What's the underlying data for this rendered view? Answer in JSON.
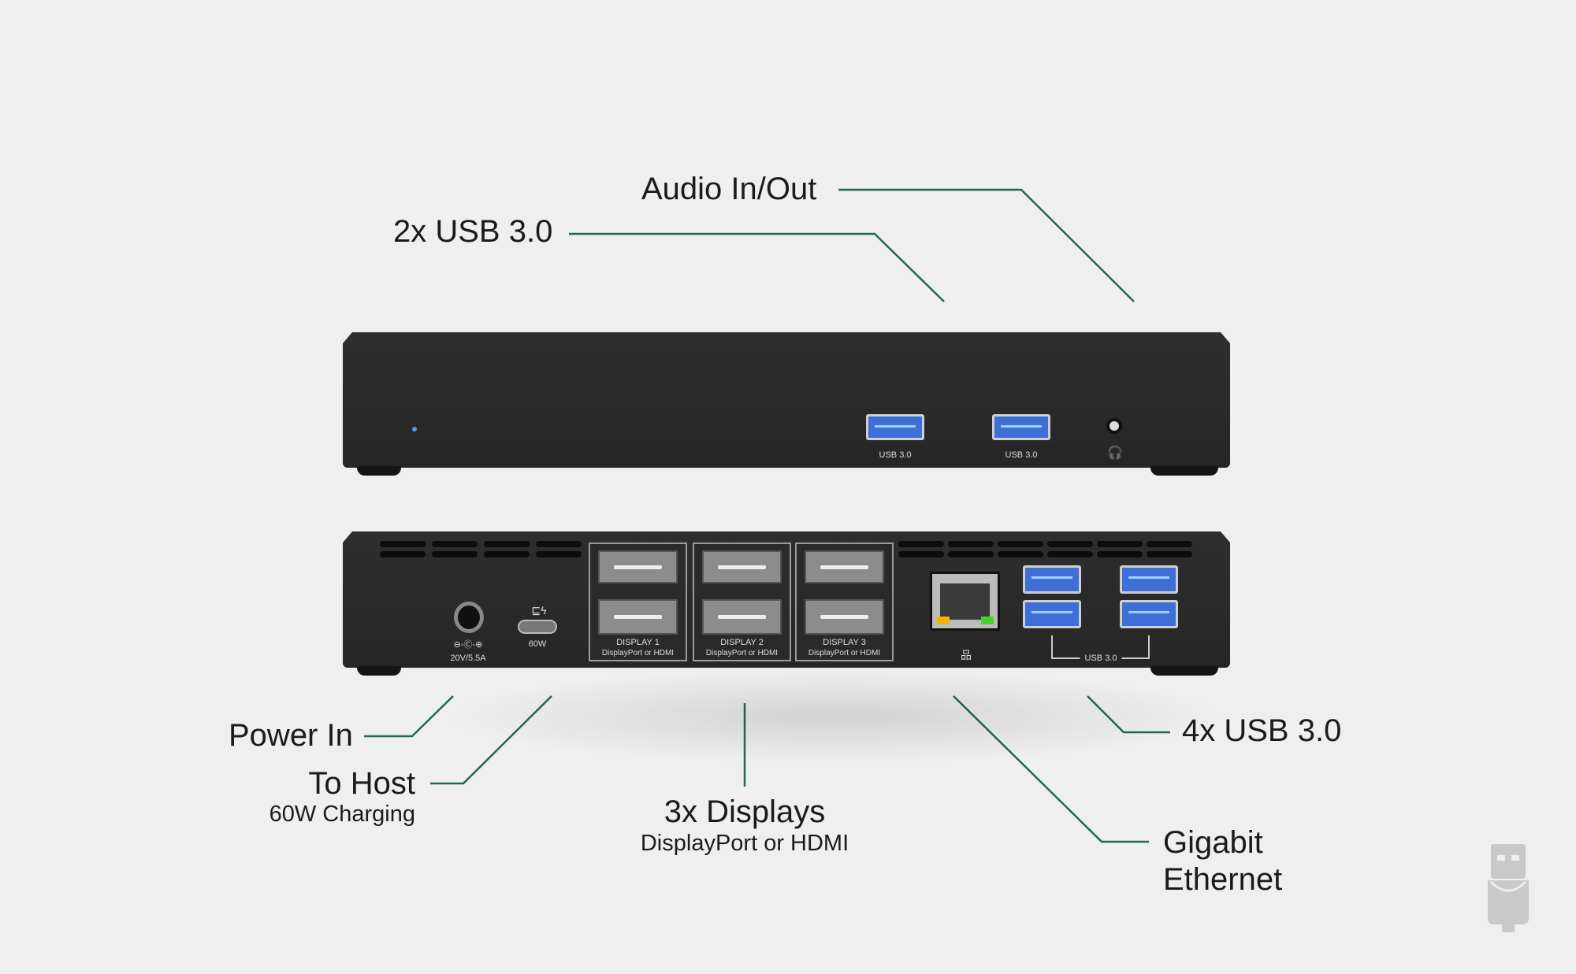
{
  "callouts": {
    "audio": "Audio In/Out",
    "front_usb": "2x USB 3.0",
    "power_in": "Power In",
    "to_host": "To Host",
    "to_host_sub": "60W Charging",
    "displays": "3x Displays",
    "displays_sub": "DisplayPort or HDMI",
    "rear_usb": "4x USB 3.0",
    "ethernet_line1": "Gigabit",
    "ethernet_line2": "Ethernet"
  },
  "front_panel": {
    "usb1_label": "USB 3.0",
    "usb2_label": "USB 3.0"
  },
  "rear_panel": {
    "power_rating": "20V/5.5A",
    "usbc_rating": "60W",
    "displays": [
      {
        "name": "DISPLAY 1",
        "type": "DisplayPort or HDMI"
      },
      {
        "name": "DISPLAY 2",
        "type": "DisplayPort or HDMI"
      },
      {
        "name": "DISPLAY 3",
        "type": "DisplayPort or HDMI"
      }
    ],
    "usb_group_label": "USB 3.0"
  },
  "colors": {
    "callout_line": "#1f6b50",
    "device": "#2a2a2a",
    "usb_blue": "#3d6fd6"
  }
}
